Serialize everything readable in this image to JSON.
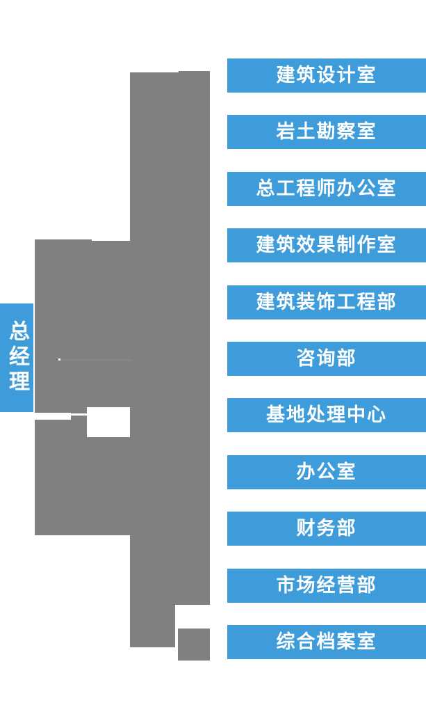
{
  "org": {
    "manager_label": "总经理",
    "departments": [
      "建筑设计室",
      "岩土勘察室",
      "总工程师办公室",
      "建筑效果制作室",
      "建筑装饰工程部",
      "咨询部",
      "基地处理中心",
      "办公室",
      "财务部",
      "市场经营部",
      "综合档案室"
    ]
  },
  "colors": {
    "node_blue": "#3F9CDA",
    "connector_gray": "#808080",
    "text_white": "#FFFFFF"
  }
}
